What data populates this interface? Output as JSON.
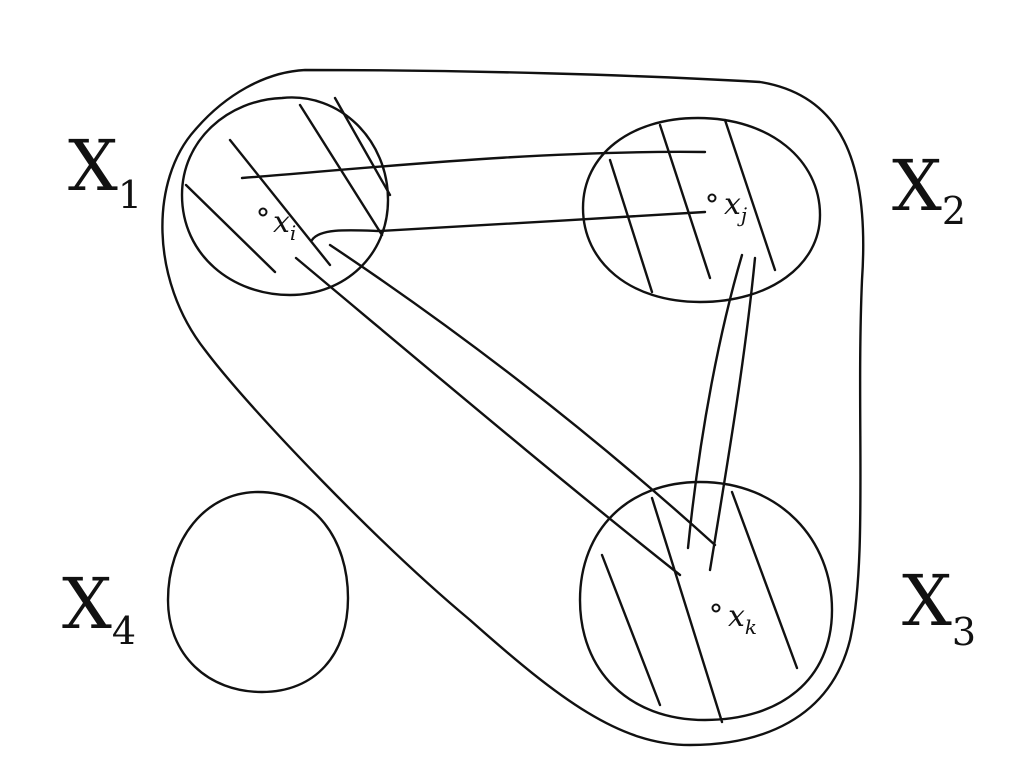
{
  "colors": {
    "ink": "#111111",
    "background": "#ffffff"
  },
  "sets": [
    {
      "id": "x1",
      "name": "X",
      "sub": "1",
      "hatched": true
    },
    {
      "id": "x2",
      "name": "X",
      "sub": "2",
      "hatched": true
    },
    {
      "id": "x3",
      "name": "X",
      "sub": "3",
      "hatched": true
    },
    {
      "id": "x4",
      "name": "X",
      "sub": "4",
      "hatched": false
    }
  ],
  "points": [
    {
      "id": "xi",
      "name": "x",
      "sub": "i"
    },
    {
      "id": "xj",
      "name": "x",
      "sub": "j"
    },
    {
      "id": "xk",
      "name": "x",
      "sub": "k"
    }
  ]
}
